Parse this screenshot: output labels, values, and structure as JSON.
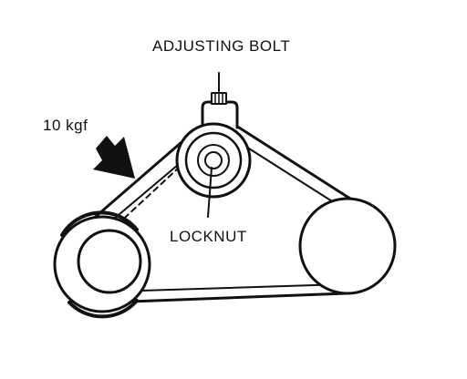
{
  "labels": {
    "adjusting_bolt": "ADJUSTING BOLT",
    "force": "10 kgf",
    "locknut": "LOCKNUT"
  },
  "colors": {
    "ink": "#111111",
    "paper": "#ffffff"
  }
}
